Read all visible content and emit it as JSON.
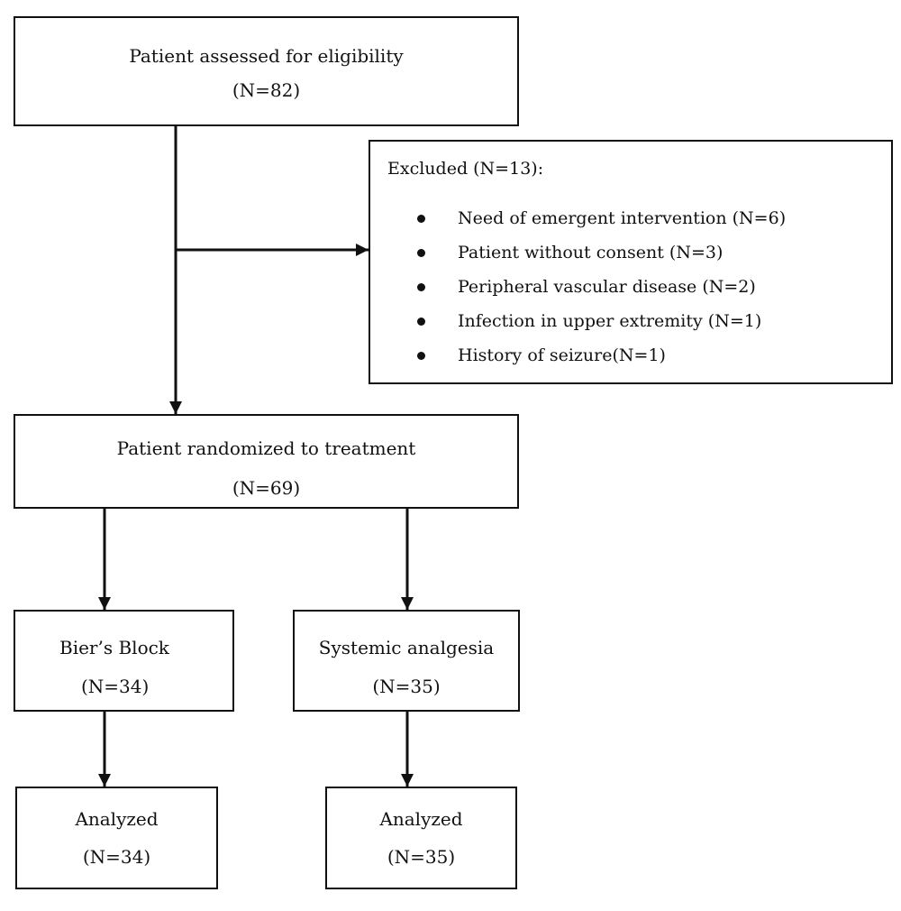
{
  "eligibility": {
    "title": "Patient assessed for eligibility",
    "count": "(N=82)"
  },
  "excluded": {
    "title": "Excluded (N=13):",
    "reasons": [
      "Need of emergent intervention (N=6)",
      "Patient without consent (N=3)",
      "Peripheral vascular disease (N=2)",
      "Infection in upper extremity (N=1)",
      "History of seizure(N=1)"
    ]
  },
  "randomized": {
    "title": "Patient randomized to treatment",
    "count": "(N=69)"
  },
  "arms": [
    {
      "title": "Bier’s Block",
      "count": "(N=34)",
      "analyzed_title": "Analyzed",
      "analyzed_count": "(N=34)"
    },
    {
      "title": "Systemic analgesia",
      "count": "(N=35)",
      "analyzed_title": "Analyzed",
      "analyzed_count": "(N=35)"
    }
  ],
  "colors": {
    "stroke": "#111111",
    "background": "#ffffff"
  }
}
